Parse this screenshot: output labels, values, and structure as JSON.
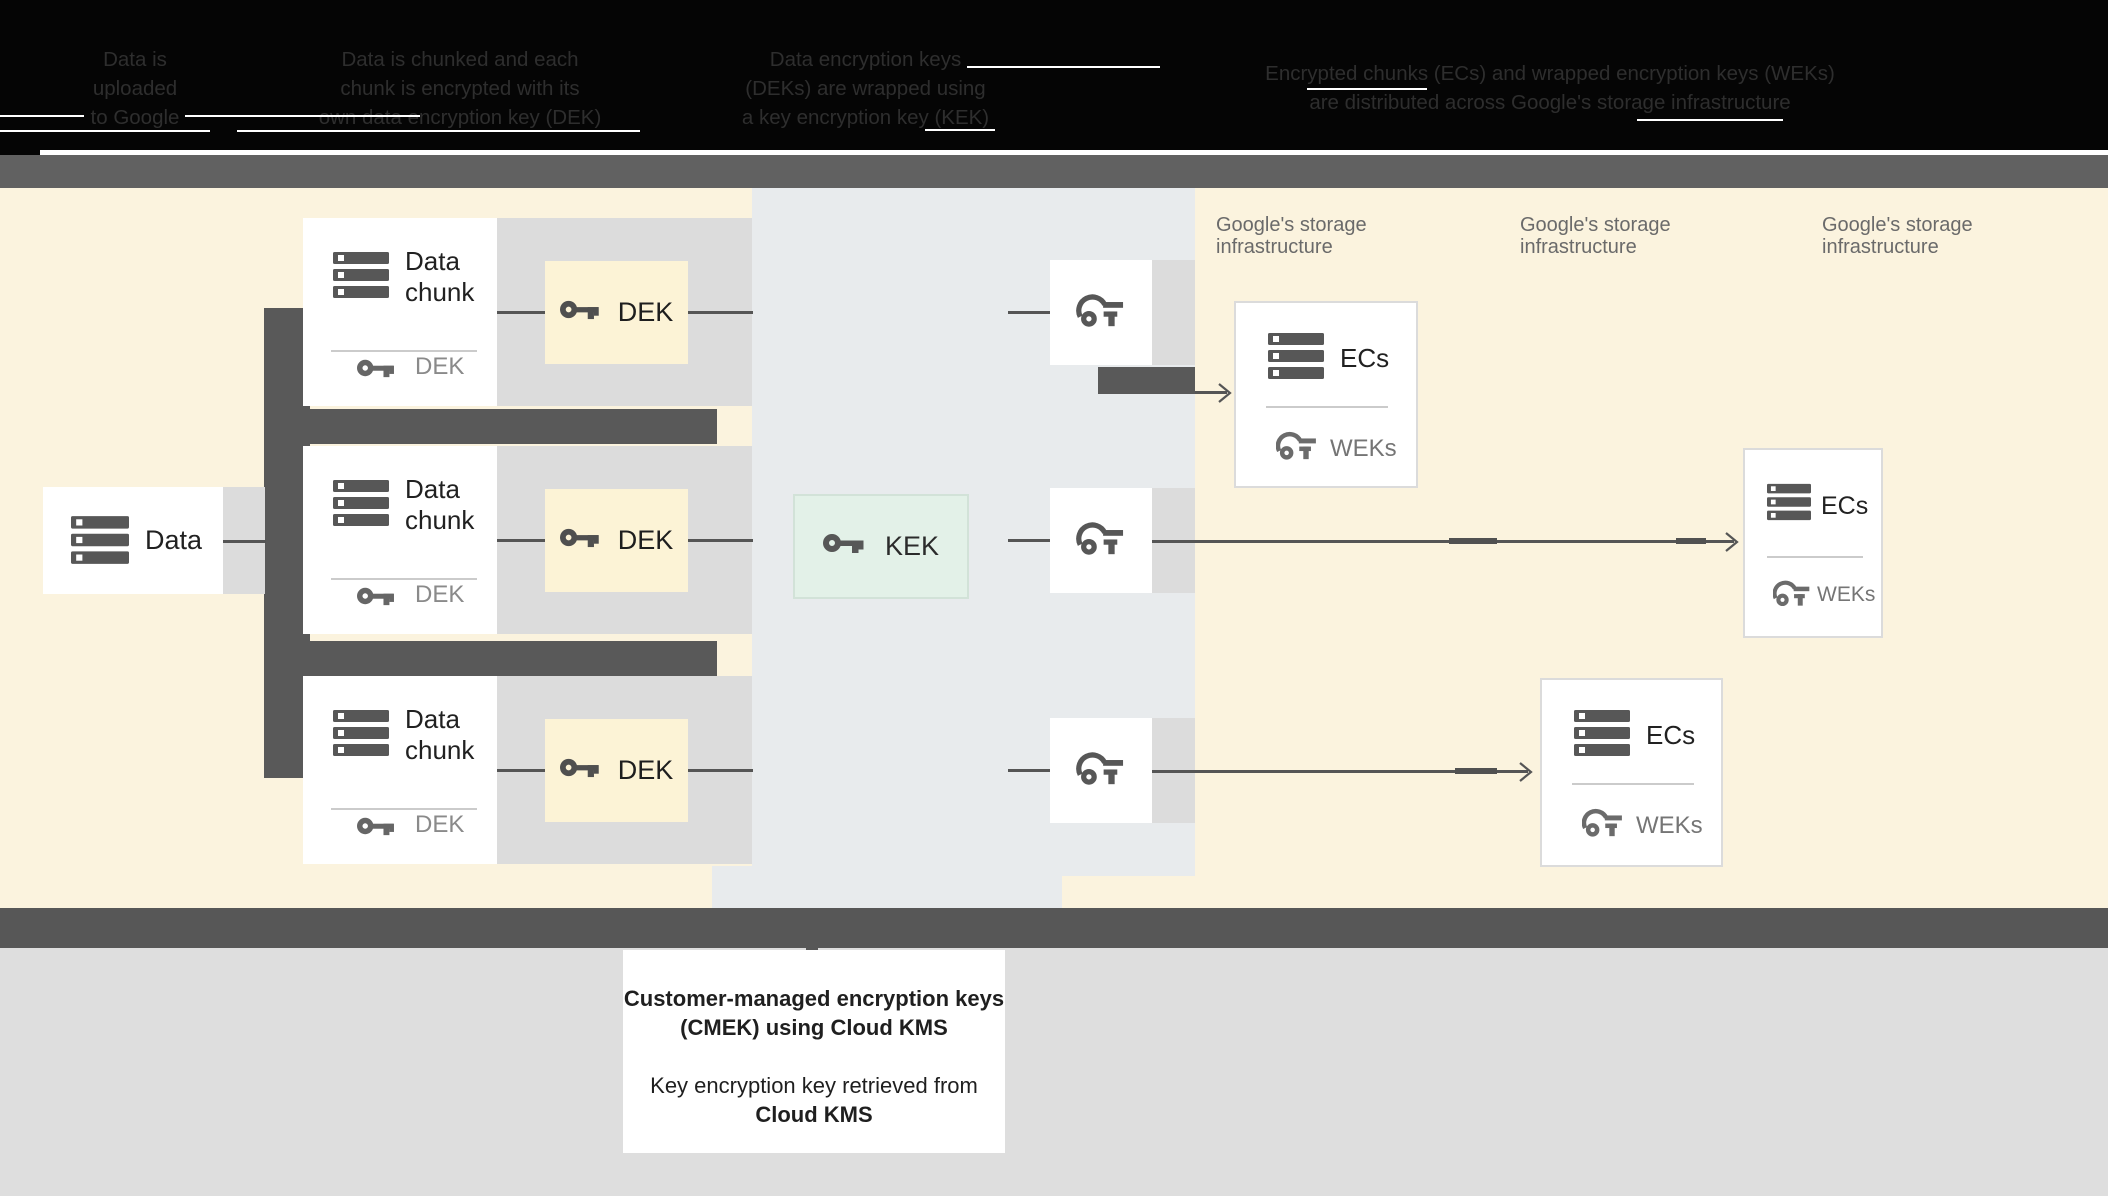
{
  "top_banner": {
    "columns": [
      {
        "lines": [
          "Data is",
          "uploaded",
          "to Google"
        ]
      },
      {
        "lines": [
          "Data is chunked and each",
          "chunk is encrypted with its",
          "own data encryption key (DEK)"
        ]
      },
      {
        "lines": [
          "Data encryption keys",
          "(DEKs) are wrapped using",
          "a key encryption key (KEK)"
        ]
      },
      {
        "lines": [
          "Encrypted chunks (ECs) and wrapped encryption keys (WEKs)",
          "are distributed across Google's storage infrastructure"
        ]
      }
    ]
  },
  "diagram": {
    "data_box": {
      "label": "Data"
    },
    "chunk_rows": [
      {
        "title_line1": "Data",
        "title_line2": "chunk",
        "footer_key": "DEK",
        "dek_box": "DEK"
      },
      {
        "title_line1": "Data",
        "title_line2": "chunk",
        "footer_key": "DEK",
        "dek_box": "DEK"
      },
      {
        "title_line1": "Data",
        "title_line2": "chunk",
        "footer_key": "DEK",
        "dek_box": "DEK"
      }
    ],
    "kek_box": {
      "label": "KEK"
    },
    "storage_labels": [
      {
        "line1": "Google's storage",
        "line2": "infrastructure"
      },
      {
        "line1": "Google's storage",
        "line2": "infrastructure"
      },
      {
        "line1": "Google's storage",
        "line2": "infrastructure"
      }
    ],
    "ec_boxes": [
      {
        "title": "ECs",
        "footer_key": "WEKs"
      },
      {
        "title": "ECs",
        "footer_key": "WEKs"
      },
      {
        "title": "ECs",
        "footer_key": "WEKs"
      }
    ]
  },
  "caption": {
    "line1": "Customer-managed encryption keys",
    "line2": "(CMEK) using Cloud KMS",
    "line3": "Key encryption key retrieved from",
    "line4": "Cloud KMS"
  },
  "colors": {
    "cream_background": "#FBF3DE",
    "dek_box_cream": "#FCF3D6",
    "kms_panel_blue": "#E8EBED",
    "dark_gray": "#595959",
    "light_gray_band": "#DCDCDC",
    "kek_mint": "#E3F1E8",
    "bottom_gray": "#DEDEDE",
    "band_gray": "#616161"
  }
}
